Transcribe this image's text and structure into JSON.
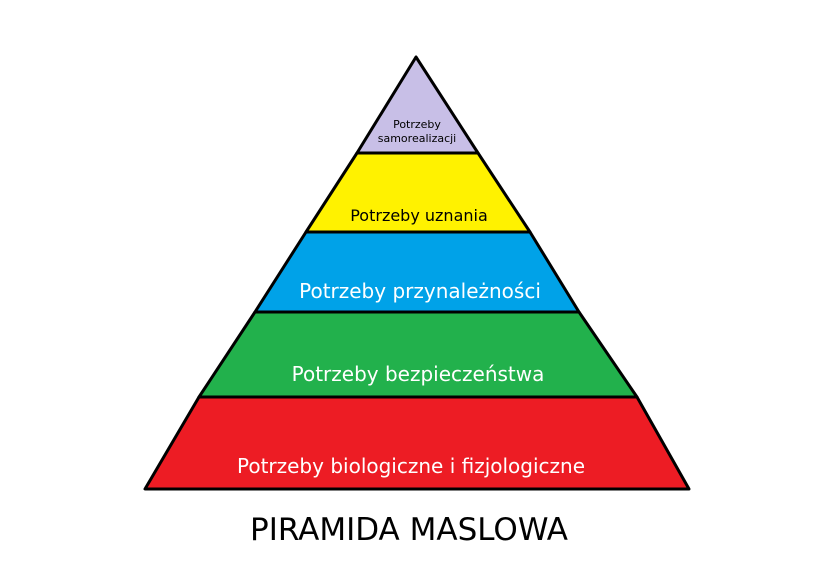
{
  "diagram": {
    "title": "PIRAMIDA MASLOWA",
    "levels": [
      {
        "label": "Potrzeby biologiczne i fizjologiczne",
        "color": "#ed1c24",
        "text_color": "#ffffff"
      },
      {
        "label": "Potrzeby bezpieczeństwa",
        "color": "#22b14c",
        "text_color": "#ffffff"
      },
      {
        "label": "Potrzeby przynależności",
        "color": "#00a2e8",
        "text_color": "#ffffff"
      },
      {
        "label": "Potrzeby uznania",
        "color": "#fff200",
        "text_color": "#000000"
      },
      {
        "label_lines": [
          "Potrzeby",
          "samorealizacji"
        ],
        "color": "#c8bfe7",
        "text_color": "#000000"
      }
    ],
    "outline_color": "#000000"
  }
}
